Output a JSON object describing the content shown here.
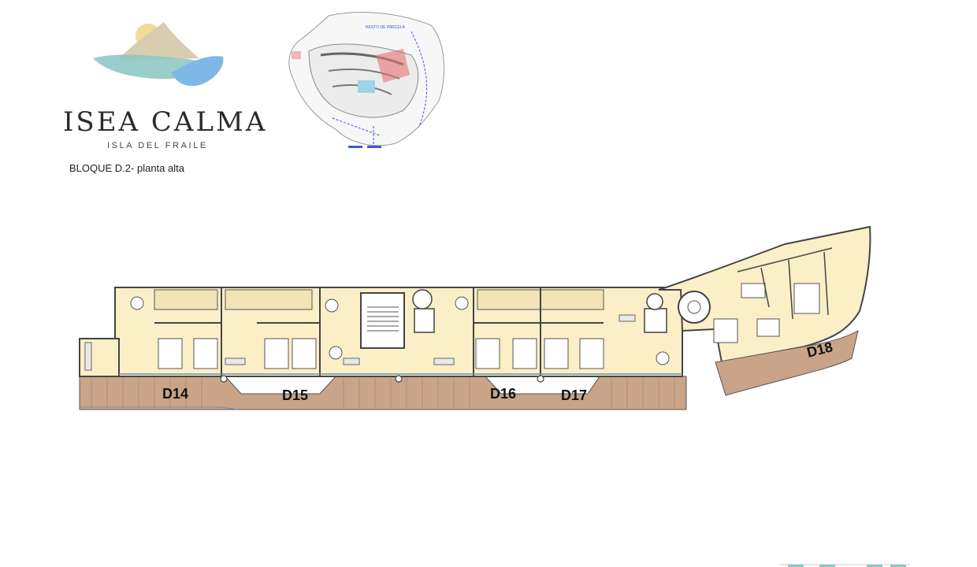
{
  "brand": {
    "name": "ISEA CALMA",
    "subtitle": "ISLA DEL FRAILE"
  },
  "block_label": "BLOQUE D.2- planta alta",
  "site_plan": {
    "label": "RESTO DE PARCELA"
  },
  "units": [
    "D14",
    "D15",
    "D16",
    "D17",
    "D18"
  ],
  "colors": {
    "apartment_fill": "#fbefc8",
    "terrace_fill": "#c9a489",
    "wall": "#444444",
    "logo_teal": "#8ec9c4",
    "logo_blue": "#7fb8e6",
    "logo_beige": "#d8cdb0",
    "logo_sun": "#f0dc95",
    "highlight_red": "#e57373"
  }
}
